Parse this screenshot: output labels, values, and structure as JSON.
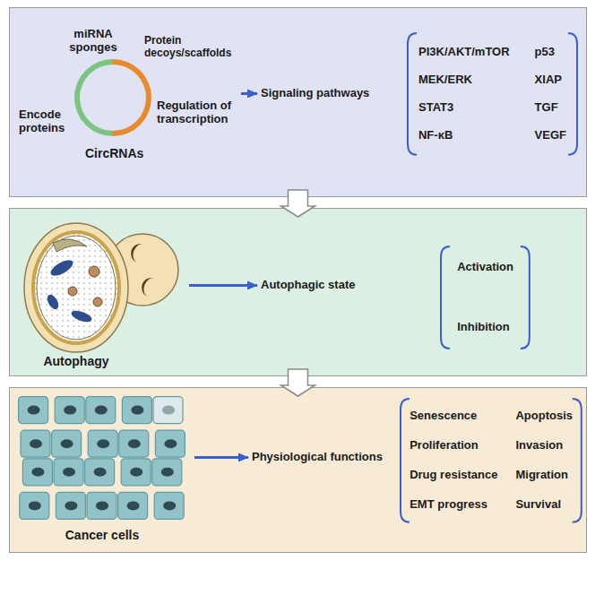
{
  "diagram": {
    "nodes": [
      {
        "text": []
      },
      {
        "text": [
          "miRNA sponges",
          "Protein decoys/scaffolds",
          "Encode proteins",
          "Regulation of transcription",
          "CircRNAs"
        ],
        "in": 0
      },
      {
        "text": [
          "Signaling pathways"
        ],
        "in": 0
      },
      {
        "text": [
          "PI3K/AKT/mTOR",
          "p53",
          "MEK/ERK",
          "XIAP",
          "STAT3",
          "TGF",
          "NF-κB",
          "VEGF"
        ],
        "in": 0
      },
      {
        "text": []
      },
      {
        "text": [
          "Autophagy"
        ],
        "in": 4
      },
      {
        "text": [
          "Autophagic state"
        ],
        "in": 4
      },
      {
        "text": [
          "Activation",
          "Inhibition"
        ],
        "in": 4
      },
      {
        "text": []
      },
      {
        "text": [
          "Cancer cells"
        ],
        "in": 8
      },
      {
        "text": [
          "Physiological functions"
        ],
        "in": 8
      },
      {
        "text": [
          "Senescence",
          "Apoptosis",
          "Proliferation",
          "Invasion",
          "Drug resistance",
          "Migration",
          "EMT progress",
          "Survival"
        ],
        "in": 8
      }
    ],
    "edges": [
      {
        "from": 1,
        "to": 2,
        "arrow": "to"
      },
      {
        "from": 0,
        "to": 4,
        "arrow": "to"
      },
      {
        "from": 5,
        "to": 6,
        "arrow": "to"
      },
      {
        "from": 4,
        "to": 8,
        "arrow": "to"
      },
      {
        "from": 9,
        "to": 10,
        "arrow": "to"
      }
    ]
  }
}
